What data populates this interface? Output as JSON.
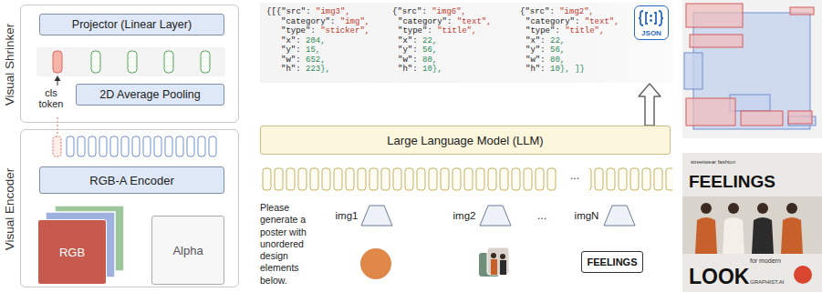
{
  "diagram": {
    "nodes": [
      {
        "text": [
          "Visual Shrinker"
        ]
      },
      {
        "text": [
          "Projector (Linear Layer)"
        ],
        "in": 0
      },
      {
        "text": [
          "2D Average Pooling"
        ],
        "in": 0
      },
      {
        "text": [
          "Visual Encoder"
        ]
      },
      {
        "text": [
          "RGB-A Encoder"
        ],
        "in": 3
      },
      {
        "text": [
          "RGB"
        ],
        "in": 3
      },
      {
        "text": [
          "Alpha"
        ],
        "in": 3
      },
      {
        "text": [
          "{[{\"src\": \"img3\",",
          "\"category\": \"img\",",
          "\"type\": \"sticker\",",
          "\"x\": 204,",
          "\"y\": 15,",
          "\"w\": 652,",
          "\"h\": 223},",
          "{\"src\": \"img6\",",
          "\"category\": \"text\",",
          "\"type\": \"title\",",
          "\"x\": 22,",
          "\"y\": 56,",
          "\"w\": 80,",
          "\"h\": 10},",
          "{\"src\": \"img2\",",
          "\"category\": \"text\",",
          "\"type\": \"title\",",
          "\"x\": 22,",
          "\"y\": 56,",
          "\"w\": 80,",
          "\"h\": 10}, ]}"
        ]
      },
      {
        "text": [
          "JSON"
        ],
        "in": 7
      },
      {
        "text": [
          "Large Language Model (LLM)"
        ]
      },
      {
        "text": [
          "FEELINGS"
        ]
      }
    ],
    "edges": [
      {
        "from": 9,
        "to": 7,
        "arrow": "to"
      }
    ],
    "labels": [
      "cls token",
      "...",
      "Please generate a poster with unordered design elements below.",
      "img1",
      "img2",
      "...",
      "imgN",
      "streetwear fashion",
      "FEELINGS",
      "for modern",
      "LOOK",
      "GRAPHIST.AI"
    ]
  }
}
